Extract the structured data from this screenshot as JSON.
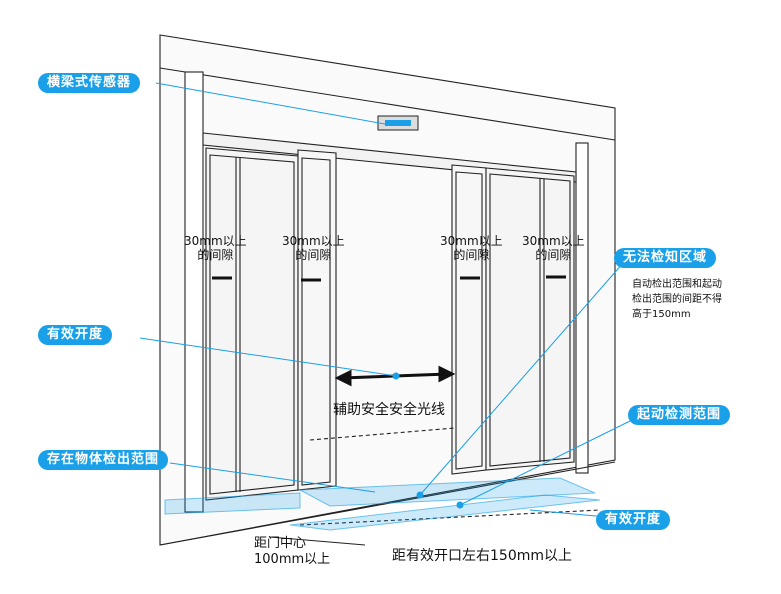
{
  "labels": {
    "transom_sensor": "横梁式传感器",
    "gap_1": "30mm以上",
    "gap_2": "的间隙",
    "undetectable_zone": "无法检知区域",
    "undetectable_note_1": "自动检出范围和起动",
    "undetectable_note_2": "检出范围的间距不得",
    "undetectable_note_3": "高于150mm",
    "effective_opening": "有效开度",
    "safety_beam": "辅助安全安全光线",
    "presence_detection": "存在物体检出范围",
    "activation_detection": "起动检测范围",
    "door_center_distance_1": "距门中心",
    "door_center_distance_2": "100mm以上",
    "side_distance": "距有效开口左右150mm以上"
  },
  "colors": {
    "accent": "#1aa0e8",
    "zone_fill": "#c8e6fa",
    "line": "#222222"
  }
}
